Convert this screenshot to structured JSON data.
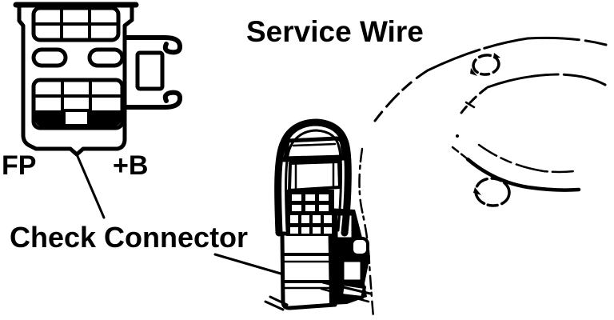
{
  "background_color": "#ffffff",
  "ink_color": "#000000",
  "labels": {
    "service_wire": "Service Wire",
    "fp": "FP",
    "plus_b": "+B",
    "check_connector": "Check Connector"
  },
  "pinout": {
    "top_block": {
      "rows": 2,
      "cols": 3
    },
    "middle_slots": 2,
    "bottom_block": {
      "rows": 3,
      "cols": 3
    },
    "filled_terminals": [
      {
        "position": "bottom-left",
        "label": "FP"
      },
      {
        "position": "bottom-right",
        "label": "+B"
      }
    ]
  }
}
